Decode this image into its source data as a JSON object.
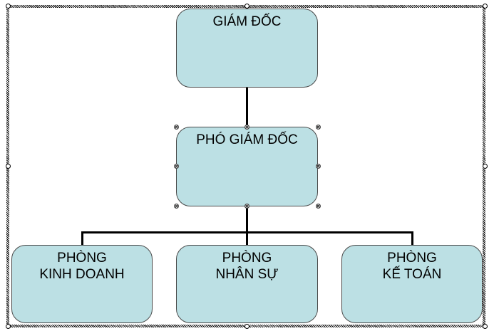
{
  "diagram": {
    "type": "org-chart",
    "nodes": [
      {
        "id": "director",
        "lines": [
          "GIÁM ĐỐC"
        ]
      },
      {
        "id": "vice-director",
        "lines": [
          "PHÓ GIÁM ĐỐC"
        ],
        "selected": true
      },
      {
        "id": "sales",
        "lines": [
          "PHÒNG",
          "KINH DOANH"
        ]
      },
      {
        "id": "hr",
        "lines": [
          "PHÒNG",
          "NHÂN SỰ"
        ]
      },
      {
        "id": "accounting",
        "lines": [
          "PHÒNG",
          "KẾ TOÁN"
        ]
      }
    ],
    "edges": [
      [
        "director",
        "vice-director"
      ],
      [
        "vice-director",
        "sales"
      ],
      [
        "vice-director",
        "hr"
      ],
      [
        "vice-director",
        "accounting"
      ]
    ],
    "colors": {
      "box_fill": "#bce0e4",
      "box_border": "#4a4a4a",
      "connector": "#000000"
    }
  }
}
